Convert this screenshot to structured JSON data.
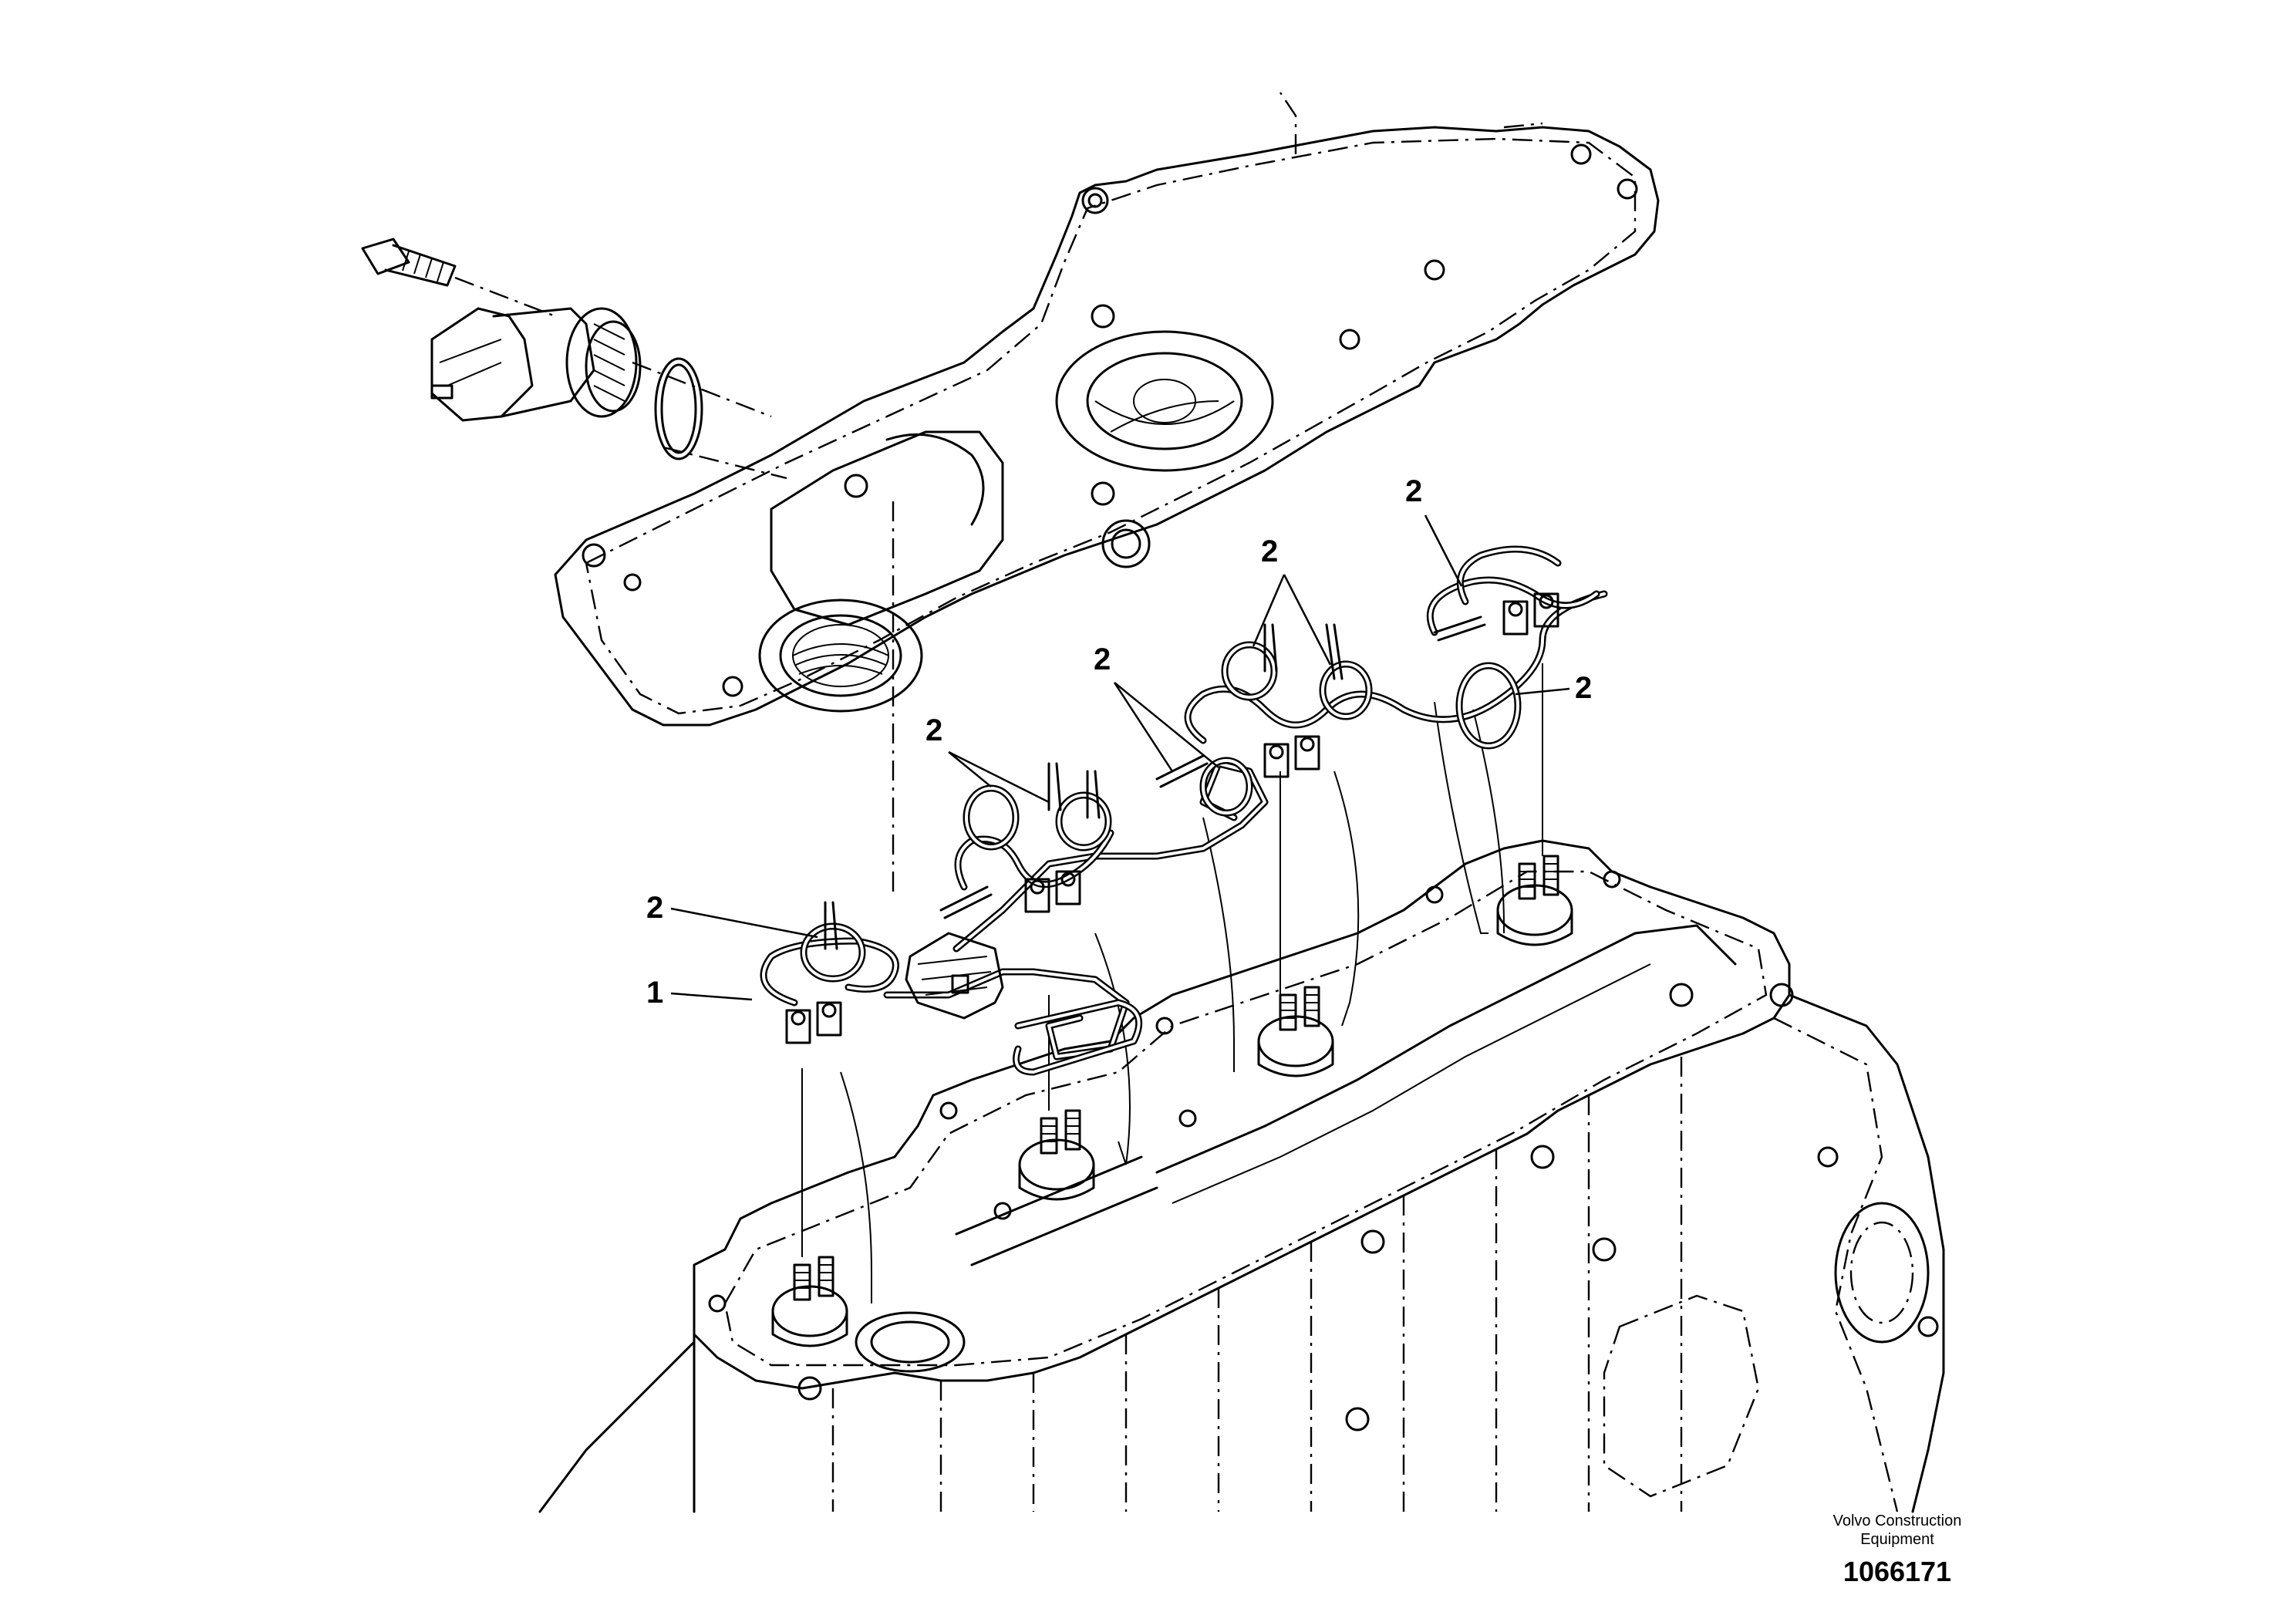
{
  "diagram": {
    "callouts": [
      {
        "id": "c1",
        "label": "1"
      },
      {
        "id": "c2a",
        "label": "2"
      },
      {
        "id": "c2b",
        "label": "2"
      },
      {
        "id": "c2c",
        "label": "2"
      },
      {
        "id": "c2d",
        "label": "2"
      },
      {
        "id": "c2e",
        "label": "2"
      },
      {
        "id": "c2f",
        "label": "2"
      }
    ]
  },
  "credit": {
    "line1": "Volvo Construction",
    "line2": "Equipment"
  },
  "document": {
    "number": "1066171"
  }
}
